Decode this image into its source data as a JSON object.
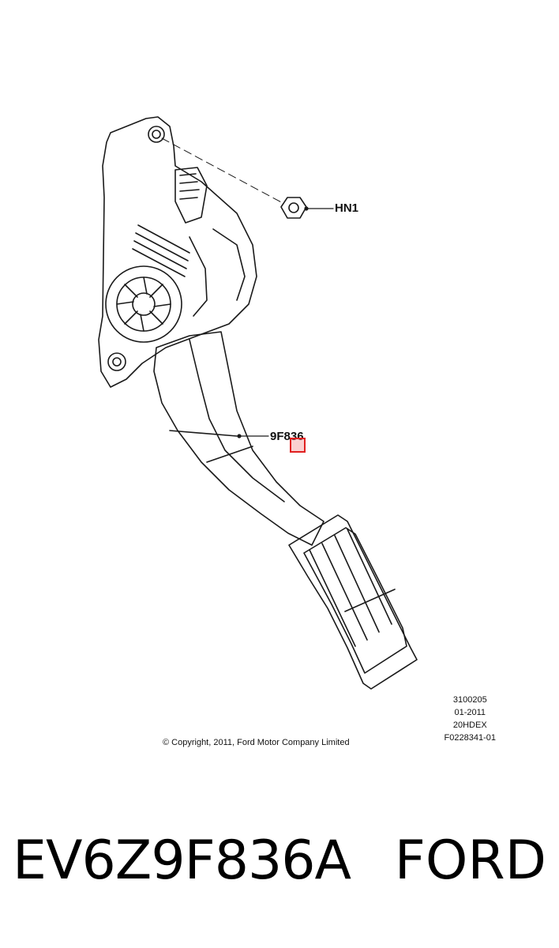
{
  "callouts": {
    "nut_label": "HN1",
    "pedal_label": "9F836"
  },
  "metadata": {
    "lines": [
      "3100205",
      "01-2011",
      "20HDEX",
      "F0228341-01"
    ]
  },
  "copyright": "© Copyright, 2011, Ford Motor Company Limited",
  "footer": {
    "part_number": "EV6Z9F836A",
    "brand": "FORD"
  },
  "colors": {
    "line": "#1a1a1a",
    "highlight": "#e02020"
  }
}
